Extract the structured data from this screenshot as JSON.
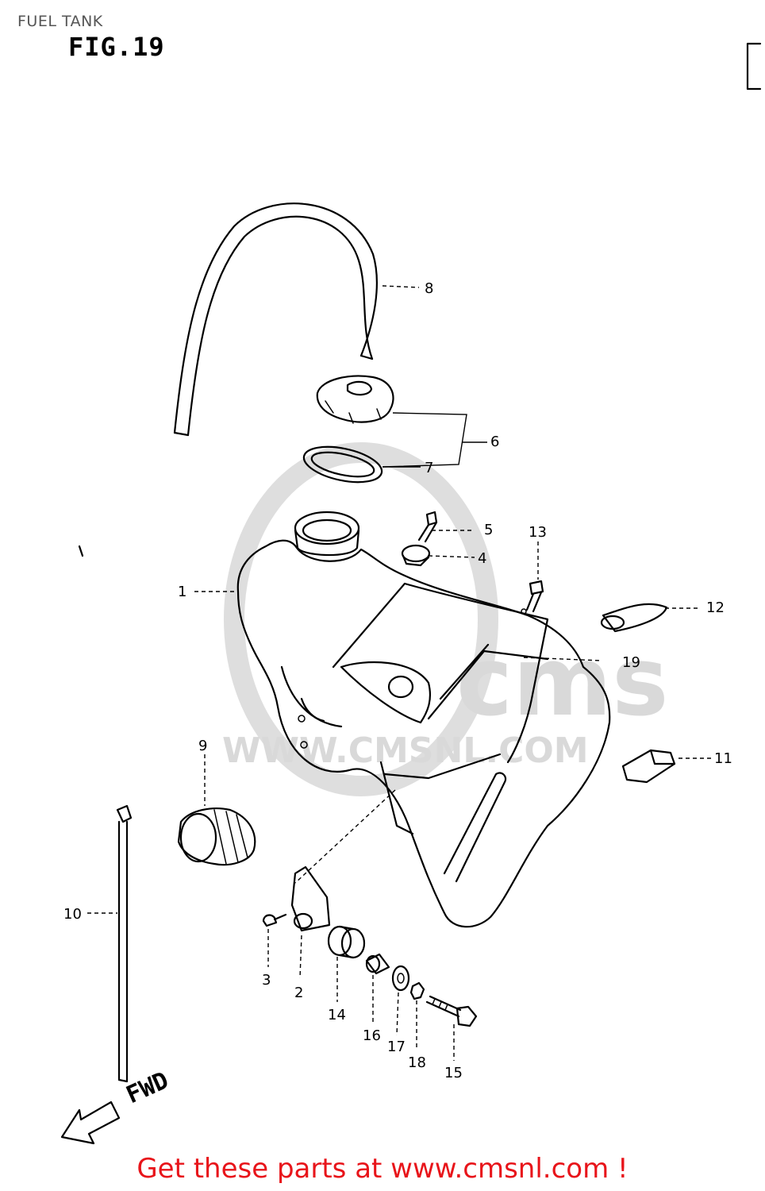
{
  "header": {
    "title": "FUEL TANK",
    "figure": "FIG.19"
  },
  "watermark": {
    "brand": "cms",
    "url": "WWW.CMSNL.COM"
  },
  "direction": {
    "label": "FWD"
  },
  "callouts": {
    "c1": "1",
    "c2": "2",
    "c3": "3",
    "c4": "4",
    "c5": "5",
    "c6": "6",
    "c7": "7",
    "c8": "8",
    "c9": "9",
    "c10": "10",
    "c11": "11",
    "c12": "12",
    "c13": "13",
    "c14": "14",
    "c15": "15",
    "c16": "16",
    "c17": "17",
    "c18": "18",
    "c19": "19"
  },
  "footer": {
    "text": "Get these parts at www.cmsnl.com !"
  }
}
